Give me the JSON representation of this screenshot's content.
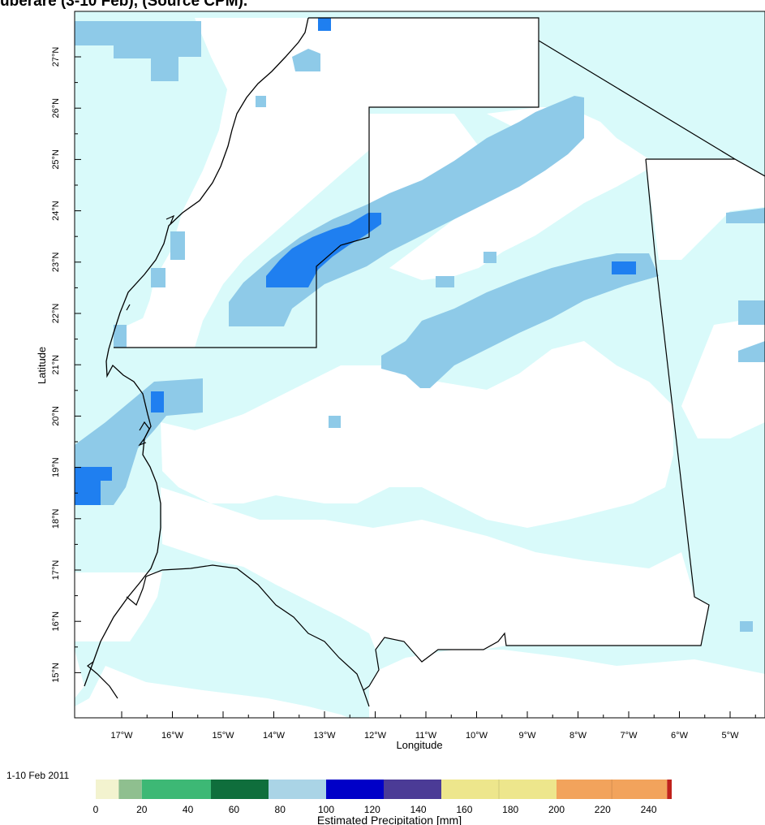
{
  "caption": "uberare (3-10 Feb), (Source CPM).",
  "lat_ticks": [
    "27°N",
    "26°N",
    "25°N",
    "24°N",
    "23°N",
    "22°N",
    "21°N",
    "20°N",
    "19°N",
    "18°N",
    "17°N",
    "16°N",
    "15°N"
  ],
  "lon_ticks": [
    "17°W",
    "16°W",
    "15°W",
    "14°W",
    "13°W",
    "12°W",
    "11°W",
    "10°W",
    "9°W",
    "8°W",
    "7°W",
    "6°W",
    "5°W"
  ],
  "ylabel": "Latitude",
  "xlabel": "Longitude",
  "period": "1-10 Feb 2011",
  "legend": {
    "title": "Estimated Precipitation [mm]",
    "tick_labels": [
      "0",
      "20",
      "40",
      "60",
      "80",
      "100",
      "120",
      "140",
      "160",
      "180",
      "200",
      "220",
      "240"
    ],
    "bins": [
      {
        "from": 0,
        "to": 10,
        "color": "#f3f3cf"
      },
      {
        "from": 10,
        "to": 20,
        "color": "#8fbf8f"
      },
      {
        "from": 20,
        "to": 50,
        "color": "#3db875"
      },
      {
        "from": 50,
        "to": 75,
        "color": "#0f6e3c"
      },
      {
        "from": 75,
        "to": 100,
        "color": "#aad4e6"
      },
      {
        "from": 100,
        "to": 125,
        "color": "#0000c8"
      },
      {
        "from": 125,
        "to": 150,
        "color": "#4b3b96"
      },
      {
        "from": 150,
        "to": 200,
        "color": "#ede68c"
      },
      {
        "from": 200,
        "to": 248,
        "color": "#f2a35c"
      },
      {
        "from": 248,
        "to": 250,
        "color": "#c0221c"
      }
    ]
  },
  "field_colors": {
    "light": "#d9fafa",
    "medium": "#8ecae8",
    "strong": "#1f7ff0"
  }
}
